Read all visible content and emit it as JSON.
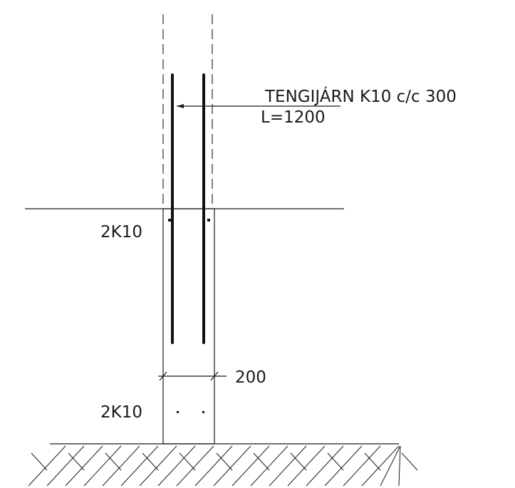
{
  "labels": {
    "dowel_note": "TENGIJÁRN K10 c/c 300",
    "dowel_length": "L=1200",
    "rebar_top": "2K10",
    "rebar_bottom": "2K10",
    "width_dim": "200"
  },
  "colors": {
    "line": "#1a1a1a",
    "background": "#ffffff"
  }
}
